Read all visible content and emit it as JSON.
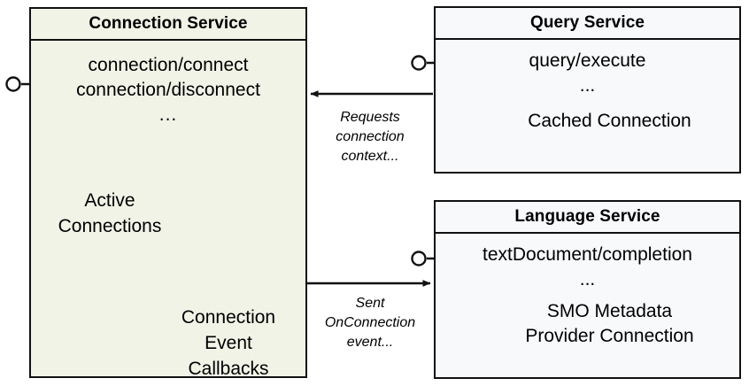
{
  "diagram": {
    "title": "Connection Service interaction diagram",
    "colors": {
      "connection_service_fill": "#f1f3e7",
      "service_fill": "#f8f9fb",
      "border": "#111111",
      "icon_stroke": "#4d4d4d"
    }
  },
  "connection_service": {
    "title": "Connection Service",
    "operations": [
      "connection/connect",
      "connection/disconnect",
      "..."
    ],
    "active_connections_label": "Active\nConnections",
    "active_connections_label_lines": [
      "Active",
      "Connections"
    ],
    "callbacks_label_lines": [
      "Connection",
      "Event",
      "Callbacks"
    ],
    "db_cluster_icon": "database-cluster-icon",
    "grid_icon": "table-grid-icon",
    "grid_rows": 5,
    "grid_cols": 2,
    "interface_port": "lollipop-interface-icon"
  },
  "query_service": {
    "title": "Query Service",
    "operations": [
      "query/execute",
      "..."
    ],
    "resource_label": "Cached Connection",
    "resource_icon": "database-cylinder-icon",
    "interface_port": "lollipop-interface-icon"
  },
  "language_service": {
    "title": "Language Service",
    "operations": [
      "textDocument/completion",
      "..."
    ],
    "resource_label_lines": [
      "SMO Metadata",
      "Provider Connection"
    ],
    "resource_icon": "database-cylinder-icon",
    "interface_port": "lollipop-interface-icon"
  },
  "edges": [
    {
      "id": "query-to-connection",
      "from": "query_service",
      "to": "connection_service",
      "label_lines": [
        "Requests",
        "connection",
        "context..."
      ],
      "direction": "right-to-left"
    },
    {
      "id": "connection-to-language",
      "from": "connection_service",
      "to": "language_service",
      "label_lines": [
        "Sent",
        "OnConnection",
        "event..."
      ],
      "direction": "left-to-right"
    }
  ]
}
